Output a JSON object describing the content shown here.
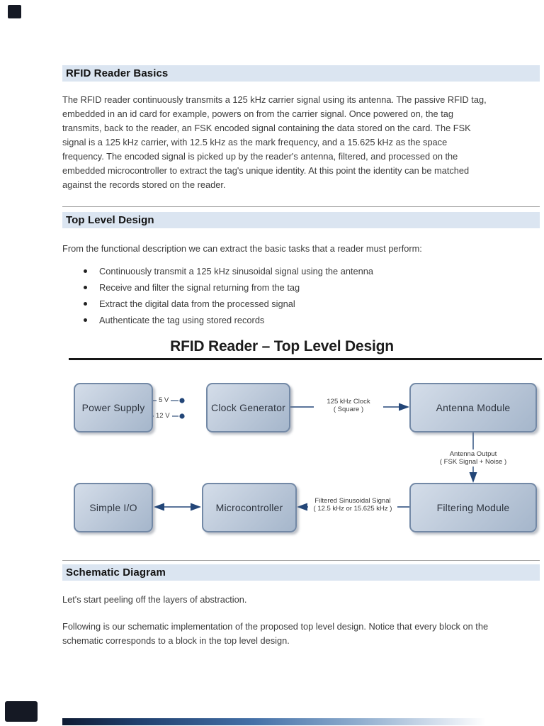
{
  "doc": {
    "sections": {
      "basics": {
        "heading": "RFID Reader Basics",
        "body": "The RFID reader continuously transmits a 125 kHz carrier signal using its antenna. The passive RFID tag, embedded in an id card for example, powers on from the carrier signal. Once powered on, the tag transmits, back to the reader, an FSK encoded signal containing the data stored on the card. The FSK signal is a 125 kHz carrier, with 12.5 kHz as the mark frequency, and a 15.625 kHz as the space frequency. The encoded signal is picked up by the reader's antenna, filtered, and processed on the embedded microcontroller to extract the tag's unique identity. At this point the identity can be matched against the records stored on the reader."
      },
      "top_level": {
        "heading": "Top Level Design",
        "intro": "From the functional description we can extract the basic tasks that a reader must perform:",
        "bullets": [
          "Continuously transmit a 125 kHz sinusoidal signal using the antenna",
          "Receive and filter the signal returning from the tag",
          "Extract the digital data from the processed signal",
          "Authenticate the tag using stored records"
        ]
      },
      "schematic": {
        "heading": "Schematic Diagram",
        "para1": "Let's start peeling off the layers of abstraction.",
        "para2": "Following is our schematic implementation of the proposed top level design. Notice that every block on the schematic corresponds to a block in the top level design."
      }
    }
  },
  "diagram": {
    "title": "RFID Reader – Top Level Design",
    "blocks": {
      "power_supply": "Power Supply",
      "clock_generator": "Clock Generator",
      "antenna_module": "Antenna Module",
      "simple_io": "Simple I/O",
      "microcontroller": "Microcontroller",
      "filtering_module": "Filtering Module"
    },
    "labels": {
      "v5": "5 V",
      "v12": "12 V",
      "clock_line1": "125 kHz Clock",
      "clock_line2": "( Square )",
      "antenna_out_line1": "Antenna Output",
      "antenna_out_line2": "( FSK Signal + Noise )",
      "filtered_line1": "Filtered Sinusoidal Signal",
      "filtered_line2": "( 12.5 kHz or 15.625 kHz )"
    }
  },
  "colors": {
    "heading_band": "#dbe5f1",
    "block_border": "#7389a6",
    "block_fill_top": "#d4dde9",
    "block_fill_bottom": "#a5b6cb",
    "connector": "#234678",
    "body_text": "#3c3c3c"
  }
}
